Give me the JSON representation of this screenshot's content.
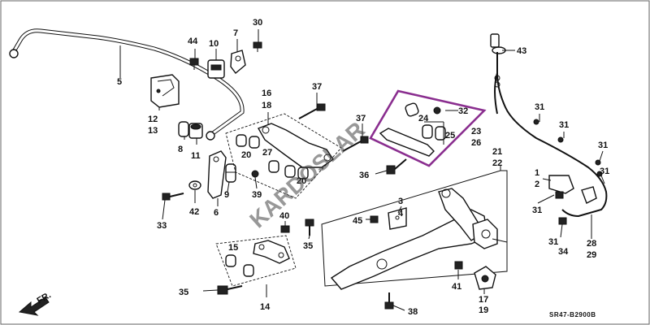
{
  "diagram": {
    "labels": {
      "l1": "1",
      "l2": "2",
      "l3": "3",
      "l4": "4",
      "l5": "5",
      "l6": "6",
      "l7": "7",
      "l8": "8",
      "l9": "9",
      "l10": "10",
      "l11": "11",
      "l12": "12",
      "l13": "13",
      "l14": "14",
      "l15": "15",
      "l16": "16",
      "l17": "17",
      "l18": "18",
      "l19": "19",
      "l20a": "20",
      "l20b": "20",
      "l21": "21",
      "l22": "22",
      "l23": "23",
      "l24": "24",
      "l25": "25",
      "l26": "26",
      "l27": "27",
      "l28": "28",
      "l29": "29",
      "l30": "30",
      "l31a": "31",
      "l31b": "31",
      "l31c": "31",
      "l31d": "31",
      "l31e": "31",
      "l31f": "31",
      "l32": "32",
      "l33": "33",
      "l34": "34",
      "l35a": "35",
      "l35b": "35",
      "l36": "36",
      "l37a": "37",
      "l37b": "37",
      "l38": "38",
      "l39": "39",
      "l40": "40",
      "l41": "41",
      "l42": "42",
      "l43": "43",
      "l44": "44",
      "l45": "45"
    },
    "watermark": "KARDOSLAR",
    "direction_label": "FR.",
    "drawing_code": "SR47-B2900B",
    "highlight_color": "#8a2e8f"
  }
}
